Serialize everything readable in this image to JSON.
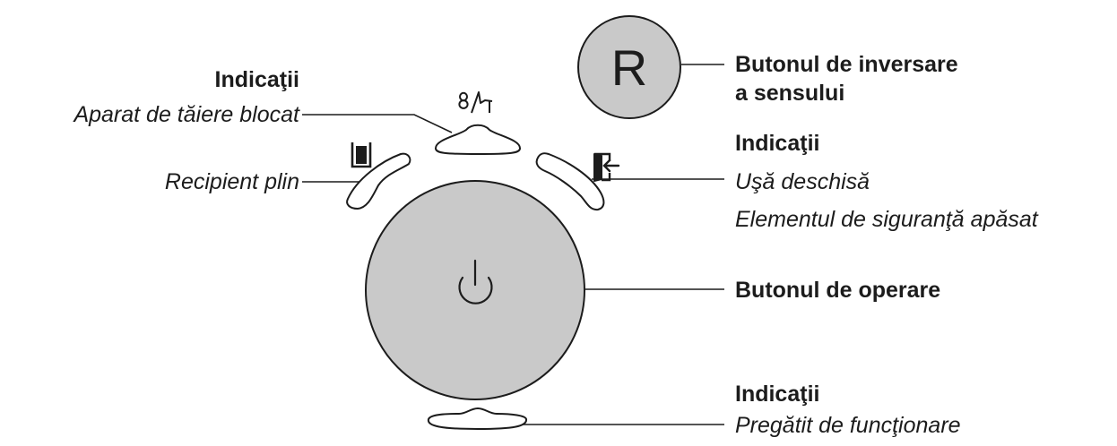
{
  "colors": {
    "ink": "#1c1c1c",
    "button_fill": "#c9c9c9",
    "indicator_fill": "#ffffff",
    "background": "#ffffff"
  },
  "reverse_button": {
    "letter": "R",
    "title_line1": "Butonul de inversare",
    "title_line2": "a sensului"
  },
  "left_group": {
    "heading": "Indicaţii",
    "cutter_blocked": "Aparat de tăiere blocat",
    "container_full": "Recipient plin"
  },
  "door_group": {
    "heading": "Indicaţii",
    "door_open": "Uşă deschisă",
    "safety_pressed": "Elementul de siguranţă apăsat"
  },
  "operate_button": {
    "label": "Butonul de operare"
  },
  "ready_group": {
    "heading": "Indicaţii",
    "ready": "Pregătit de funcţionare"
  },
  "icons": {
    "power": "power-icon",
    "cutter": "cutter-blocked-icon",
    "container": "container-full-icon",
    "door": "door-open-icon"
  }
}
